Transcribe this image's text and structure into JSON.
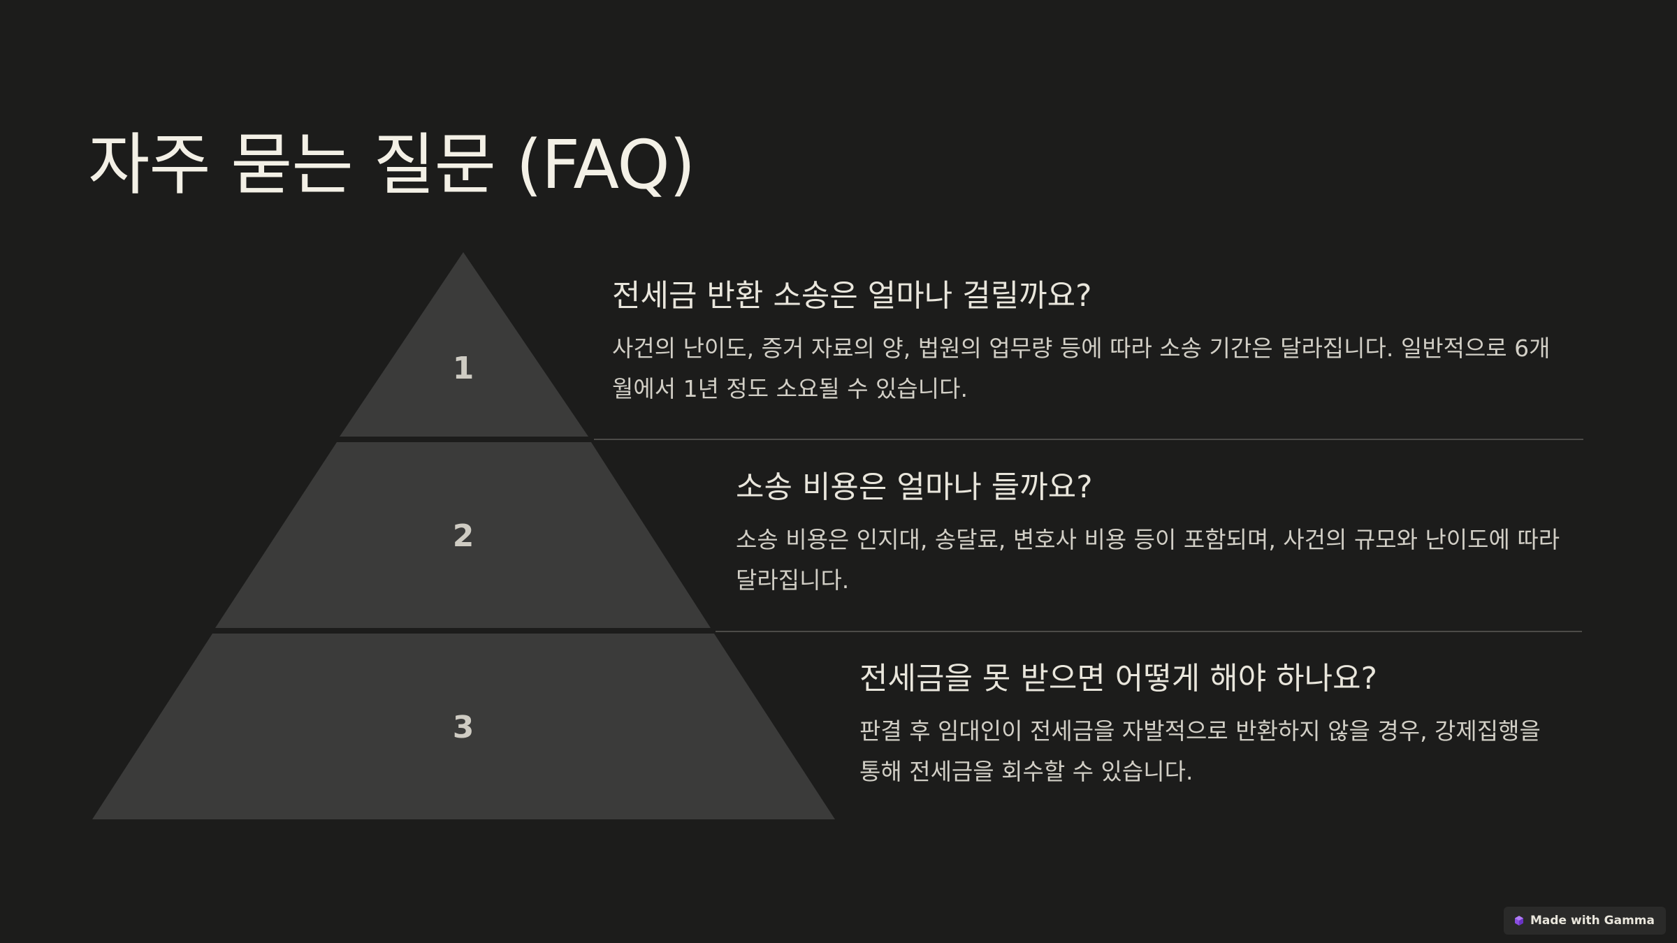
{
  "title": "자주 묻는 질문 (FAQ)",
  "pyramid": {
    "levels": [
      {
        "number": "1"
      },
      {
        "number": "2"
      },
      {
        "number": "3"
      }
    ]
  },
  "faq": [
    {
      "question": "전세금 반환 소송은 얼마나 걸릴까요?",
      "answer": "사건의 난이도, 증거 자료의 양, 법원의 업무량 등에 따라 소송 기간은 달라집니다. 일반적으로 6개월에서 1년 정도 소요될 수 있습니다."
    },
    {
      "question": "소송 비용은 얼마나 들까요?",
      "answer": "소송 비용은 인지대, 송달료, 변호사 비용 등이 포함되며, 사건의 규모와 난이도에 따라 달라집니다."
    },
    {
      "question": "전세금을 못 받으면 어떻게 해야 하나요?",
      "answer": "판결 후 임대인이 전세금을 자발적으로 반환하지 않을 경우, 강제집행을 통해 전세금을 회수할 수 있습니다."
    }
  ],
  "badge": {
    "label": "Made with Gamma",
    "icon": "gamma-logo-icon"
  },
  "colors": {
    "background": "#1c1c1b",
    "pyramid_fill": "#3b3b3a",
    "divider": "#4c4b48",
    "text": "#e9e6dc"
  }
}
